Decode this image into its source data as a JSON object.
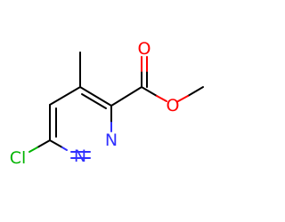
{
  "molecule": {
    "atoms": {
      "O_carbonyl": {
        "label": "O",
        "color": "#ff0000"
      },
      "O_ester": {
        "label": "O",
        "color": "#ff0000"
      },
      "N2": {
        "label": "N",
        "color": "#3030ff"
      },
      "N1": {
        "label": "N",
        "color": "#3030ff"
      },
      "Cl": {
        "label": "Cl",
        "color": "#00b400"
      }
    },
    "colors": {
      "bond": "#000000",
      "oxygen": "#ff0000",
      "nitrogen": "#3030ff",
      "chlorine": "#00b400"
    }
  }
}
